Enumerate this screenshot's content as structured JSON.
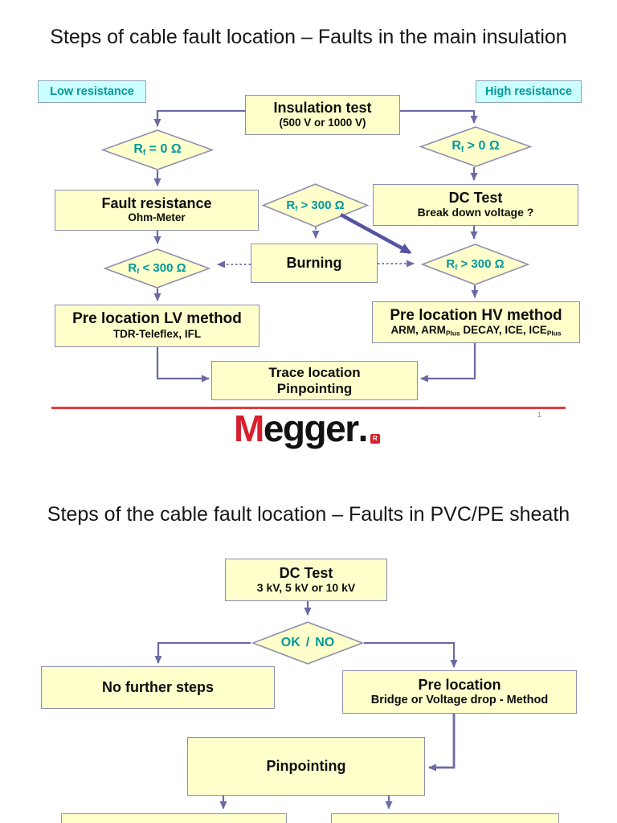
{
  "page": {
    "number": "1"
  },
  "colors": {
    "box_fill": "#FFFFCC",
    "box_border": "#8E8EAE",
    "label_fill": "#CCFFFF",
    "teal_text": "#009999",
    "arrow": "#6A6AA6",
    "thick_arrow": "#5454A0",
    "red_line": "#E53B3B",
    "logo_red": "#D71F2E"
  },
  "slide1": {
    "title": "Steps of cable fault location – Faults in the main insulation",
    "low_label": "Low resistance",
    "high_label": "High resistance",
    "insulation": {
      "title": "Insulation test",
      "subtitle": "(500 V or 1000 V)"
    },
    "d_eq0": {
      "pre": "R",
      "sub": "f",
      "post": " = 0 Ω"
    },
    "d_gt0": {
      "pre": "R",
      "sub": "f",
      "post": " > 0 Ω"
    },
    "fault": {
      "title": "Fault resistance",
      "subtitle": "Ohm-Meter"
    },
    "d_mid": {
      "pre": "R",
      "sub": "f",
      "post": " > 300 Ω"
    },
    "dc_test": {
      "title": "DC Test",
      "subtitle": "Break down voltage ?"
    },
    "burning": {
      "title": "Burning"
    },
    "d_lt300": {
      "pre": "R",
      "sub": "f",
      "post": " < 300 Ω"
    },
    "d_gt300": {
      "pre": "R",
      "sub": "f",
      "post": " > 300 Ω"
    },
    "lv": {
      "title": "Pre location LV method",
      "subtitle": "TDR-Teleflex, IFL"
    },
    "hv": {
      "title": "Pre location HV method",
      "s1": "ARM, ARM",
      "sub1": "Plus",
      "s2": " DECAY, ICE, ICE",
      "sub2": "Plus"
    },
    "trace": {
      "line1": "Trace location",
      "line2": "Pinpointing"
    },
    "logo": {
      "m": "M",
      "rest": "egger",
      "dot": ".",
      "r": "R"
    }
  },
  "slide2": {
    "title": "Steps of the cable fault location – Faults in PVC/PE sheath",
    "dc_test": {
      "title": "DC Test",
      "subtitle": "3 kV, 5 kV or 10 kV"
    },
    "d_ok": {
      "ok": "OK",
      "sep": "/",
      "no": "NO"
    },
    "no_steps": {
      "title": "No further steps"
    },
    "pre_location": {
      "title": "Pre location",
      "subtitle": "Bridge or Voltage drop - Method"
    },
    "pinpointing": {
      "title": "Pinpointing"
    }
  }
}
